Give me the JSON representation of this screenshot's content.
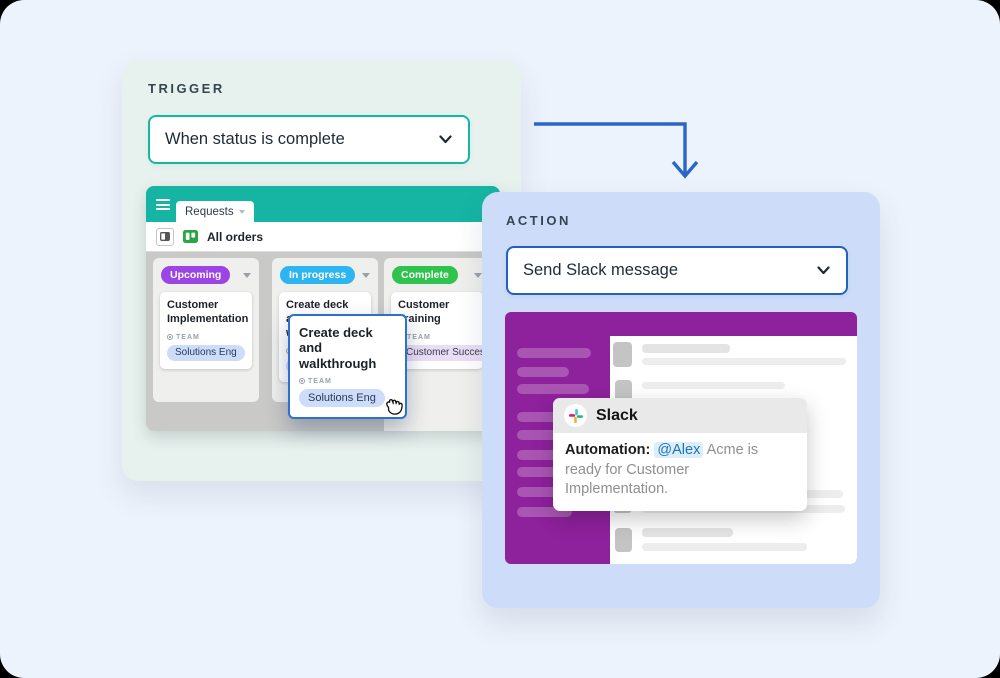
{
  "page": {
    "background": "#edf3fc"
  },
  "trigger": {
    "label": "TRIGGER",
    "select_value": "When status is complete",
    "accent_color": "#14b8a2",
    "panel_color": "#e7f2ef"
  },
  "board": {
    "header_color": "#16b5a3",
    "tab_label": "Requests",
    "view_label": "All orders",
    "columns": [
      {
        "status": "Upcoming",
        "status_color": "#9b45e4",
        "card": {
          "title": "Customer Implementation",
          "team_label": "TEAM",
          "tag": "Solutions Eng"
        }
      },
      {
        "status": "In progress",
        "status_color": "#2db5f2",
        "card": {
          "title": "Create deck and walkthrough",
          "team_label": "TEAM",
          "tag": "Solutions Eng"
        }
      },
      {
        "status": "Complete",
        "status_color": "#2fc24d",
        "card": {
          "title": "Customer Training",
          "team_label": "TEAM",
          "tag": "Customer Success"
        }
      }
    ],
    "dragged_card": {
      "title": "Create deck and walkthrough",
      "team_label": "TEAM",
      "tag": "Solutions Eng"
    }
  },
  "action": {
    "label": "ACTION",
    "select_value": "Send Slack message",
    "accent_color": "#2161c0",
    "panel_color": "#cdddf9"
  },
  "slack": {
    "window_color": "#8e219c",
    "popup": {
      "app_name": "Slack",
      "message_bold": "Automation:",
      "mention": "@Alex",
      "message_text": "Acme is ready for Customer Implementation."
    }
  },
  "icons": {
    "hamburger": "menu-lines",
    "select_chevron": "chevron-down",
    "board_view": "kanban-board",
    "panel_toggle": "split-rect",
    "cursor": "grab-hand",
    "slack_logo": "slack-pinwheel"
  },
  "arrow_color": "#2b66c6"
}
